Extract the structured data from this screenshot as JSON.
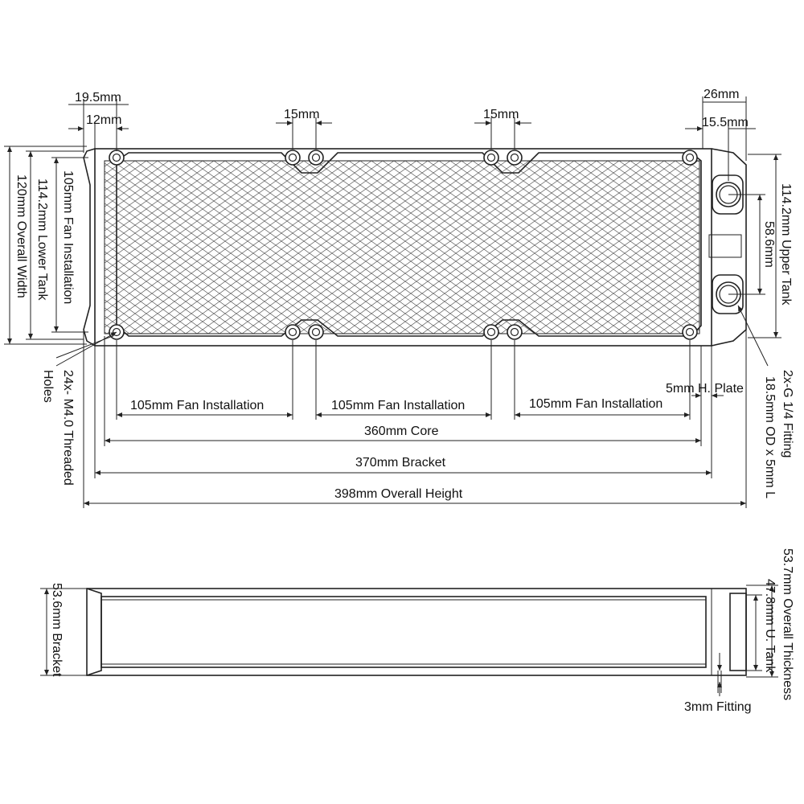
{
  "top_view": {
    "dim_19_5": "19.5mm",
    "dim_12": "12mm",
    "dim_15_a": "15mm",
    "dim_15_b": "15mm",
    "dim_26": "26mm",
    "dim_15_5": "15.5mm",
    "fan_install_1": "105mm Fan Installation",
    "fan_install_2": "105mm Fan Installation",
    "fan_install_3": "105mm Fan Installation",
    "h_plate": "5mm H. Plate",
    "core": "360mm Core",
    "bracket": "370mm Bracket",
    "overall_height": "398mm Overall Height",
    "overall_width": "120mm Overall Width",
    "lower_tank": "114.2mm Lower Tank",
    "fan_install_v": "105mm Fan Installation",
    "upper_tank": "114.2mm Upper Tank",
    "port_spacing": "58.6mm",
    "holes_line1": "24x- M4.0 Threaded",
    "holes_line2": "Holes",
    "fitting_line1": "2x-G 1/4 Fitting",
    "fitting_line2": "18.5mm OD x 5mm L"
  },
  "side_view": {
    "bracket": "53.6mm Bracket",
    "overall_thickness": "53.7mm Overall Thickness",
    "upper_tank": "47.8mm U. Tank",
    "fitting": "3mm Fitting"
  }
}
